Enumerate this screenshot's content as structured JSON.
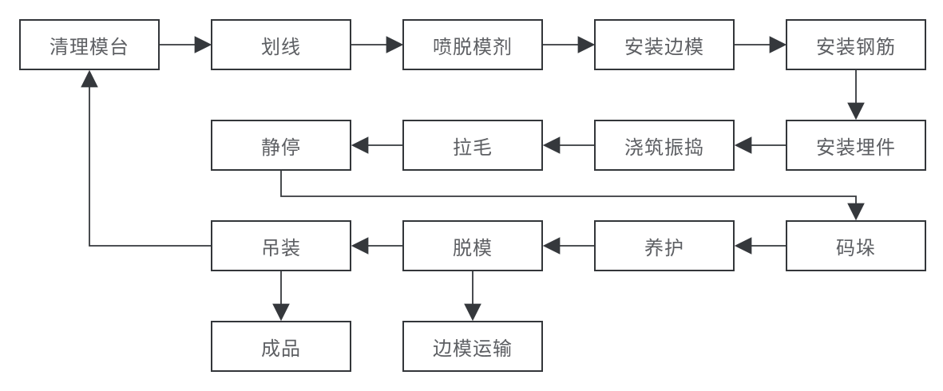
{
  "diagram": {
    "title": "",
    "background_color": "#ffffff",
    "node_border_color": "#33363a",
    "node_fill_color": "#ffffff",
    "node_text_color": "#5d5f63",
    "arrow_color": "#35383c",
    "nodes": [
      {
        "id": "clean-mold-table",
        "label": "清理模台"
      },
      {
        "id": "marking",
        "label": "划线"
      },
      {
        "id": "spray-release-agent",
        "label": "喷脱模剂"
      },
      {
        "id": "install-side-molds",
        "label": "安装边模"
      },
      {
        "id": "install-rebar",
        "label": "安装钢筋"
      },
      {
        "id": "install-embedded-parts",
        "label": "安装埋件"
      },
      {
        "id": "pour-and-vibrate",
        "label": "浇筑振捣"
      },
      {
        "id": "roughening",
        "label": "拉毛"
      },
      {
        "id": "resting",
        "label": "静停"
      },
      {
        "id": "stacking",
        "label": "码垛"
      },
      {
        "id": "curing",
        "label": "养护"
      },
      {
        "id": "demolding",
        "label": "脱模"
      },
      {
        "id": "hoisting",
        "label": "吊装"
      },
      {
        "id": "finished-product",
        "label": "成品"
      },
      {
        "id": "side-mold-transport",
        "label": "边模运输"
      }
    ],
    "edges": [
      {
        "from": "clean-mold-table",
        "to": "marking"
      },
      {
        "from": "marking",
        "to": "spray-release-agent"
      },
      {
        "from": "spray-release-agent",
        "to": "install-side-molds"
      },
      {
        "from": "install-side-molds",
        "to": "install-rebar"
      },
      {
        "from": "install-rebar",
        "to": "install-embedded-parts"
      },
      {
        "from": "install-embedded-parts",
        "to": "pour-and-vibrate"
      },
      {
        "from": "pour-and-vibrate",
        "to": "roughening"
      },
      {
        "from": "roughening",
        "to": "resting"
      },
      {
        "from": "resting",
        "to": "stacking"
      },
      {
        "from": "stacking",
        "to": "curing"
      },
      {
        "from": "curing",
        "to": "demolding"
      },
      {
        "from": "demolding",
        "to": "hoisting"
      },
      {
        "from": "hoisting",
        "to": "clean-mold-table"
      },
      {
        "from": "hoisting",
        "to": "finished-product"
      },
      {
        "from": "demolding",
        "to": "side-mold-transport"
      }
    ]
  }
}
